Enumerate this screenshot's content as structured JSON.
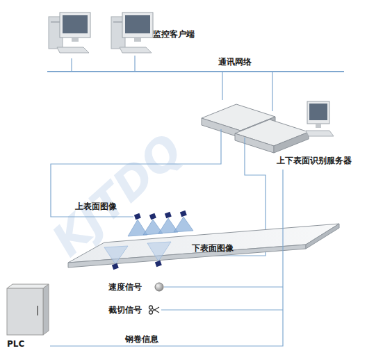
{
  "diagram": {
    "nodes": [
      {
        "text": [
          "监控客户端"
        ]
      },
      {
        "text": [
          "通讯网络"
        ]
      },
      {
        "text": [
          "上下表面识别服务器"
        ]
      },
      {
        "text": [
          "PLC"
        ]
      }
    ],
    "edges": [
      {
        "from": 0,
        "to": 1,
        "arrow": "none"
      },
      {
        "from": 2,
        "to": 1,
        "arrow": "none"
      },
      {
        "from": 3,
        "to": 2,
        "label": "钢卷信息",
        "arrow": "none"
      }
    ],
    "labels": [
      "上表面图像",
      "下表面图像",
      "速度信号",
      "截切信号",
      "KJTDQ"
    ]
  }
}
